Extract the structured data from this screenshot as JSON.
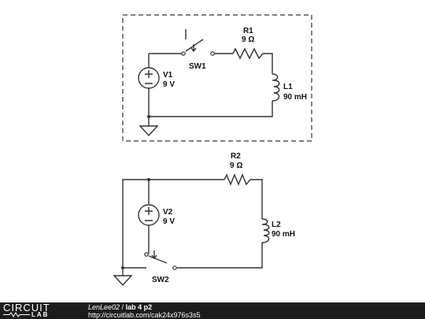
{
  "circuit": {
    "top": {
      "source": {
        "name": "V1",
        "value": "9 V"
      },
      "switch": {
        "name": "SW1"
      },
      "resistor": {
        "name": "R1",
        "value": "9 Ω"
      },
      "inductor": {
        "name": "L1",
        "value": "90 mH"
      }
    },
    "bottom": {
      "source": {
        "name": "V2",
        "value": "9 V"
      },
      "switch": {
        "name": "SW2"
      },
      "resistor": {
        "name": "R2",
        "value": "9 Ω"
      },
      "inductor": {
        "name": "L2",
        "value": "90 mH"
      }
    }
  },
  "footer": {
    "logo_top": "CIRCUIT",
    "logo_bottom": "LAB",
    "author": "LenLee02",
    "separator": " / ",
    "title": "lab 4 p2",
    "url": "http://circuitlab.com/cak24x976s3s5"
  },
  "colors": {
    "wire": "#333333",
    "footer_bg": "#1c1c1c"
  }
}
